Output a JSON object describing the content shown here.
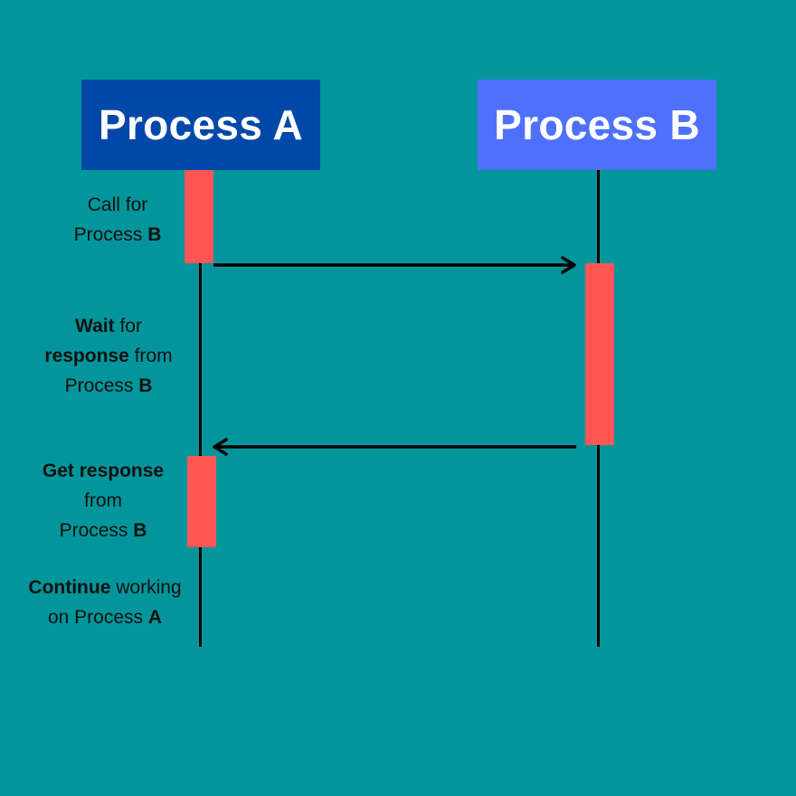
{
  "colors": {
    "background": "#02959b",
    "process_a_fill": "#0148a8",
    "process_b_fill": "#4f70fd",
    "activation_fill": "#ff5555",
    "line": "#000000"
  },
  "participants": {
    "a": {
      "label": "Process A"
    },
    "b": {
      "label": "Process B"
    }
  },
  "notes": {
    "call": {
      "line1": "Call for",
      "line2_pre": "Process ",
      "line2_bold": "B"
    },
    "wait": {
      "line1_bold": "Wait",
      "line1_rest": " for",
      "line2_bold": "response",
      "line2_rest": " from",
      "line3_pre": "Process ",
      "line3_bold": "B"
    },
    "get": {
      "line1_bold": "Get response",
      "line2": "from",
      "line3_pre": "Process ",
      "line3_bold": "B"
    },
    "continue": {
      "line1_bold": "Continue",
      "line1_rest": " working",
      "line2_pre": "on Process ",
      "line2_bold": "A"
    }
  },
  "messages": [
    {
      "from": "a",
      "to": "b",
      "direction": "right"
    },
    {
      "from": "b",
      "to": "a",
      "direction": "left"
    }
  ]
}
